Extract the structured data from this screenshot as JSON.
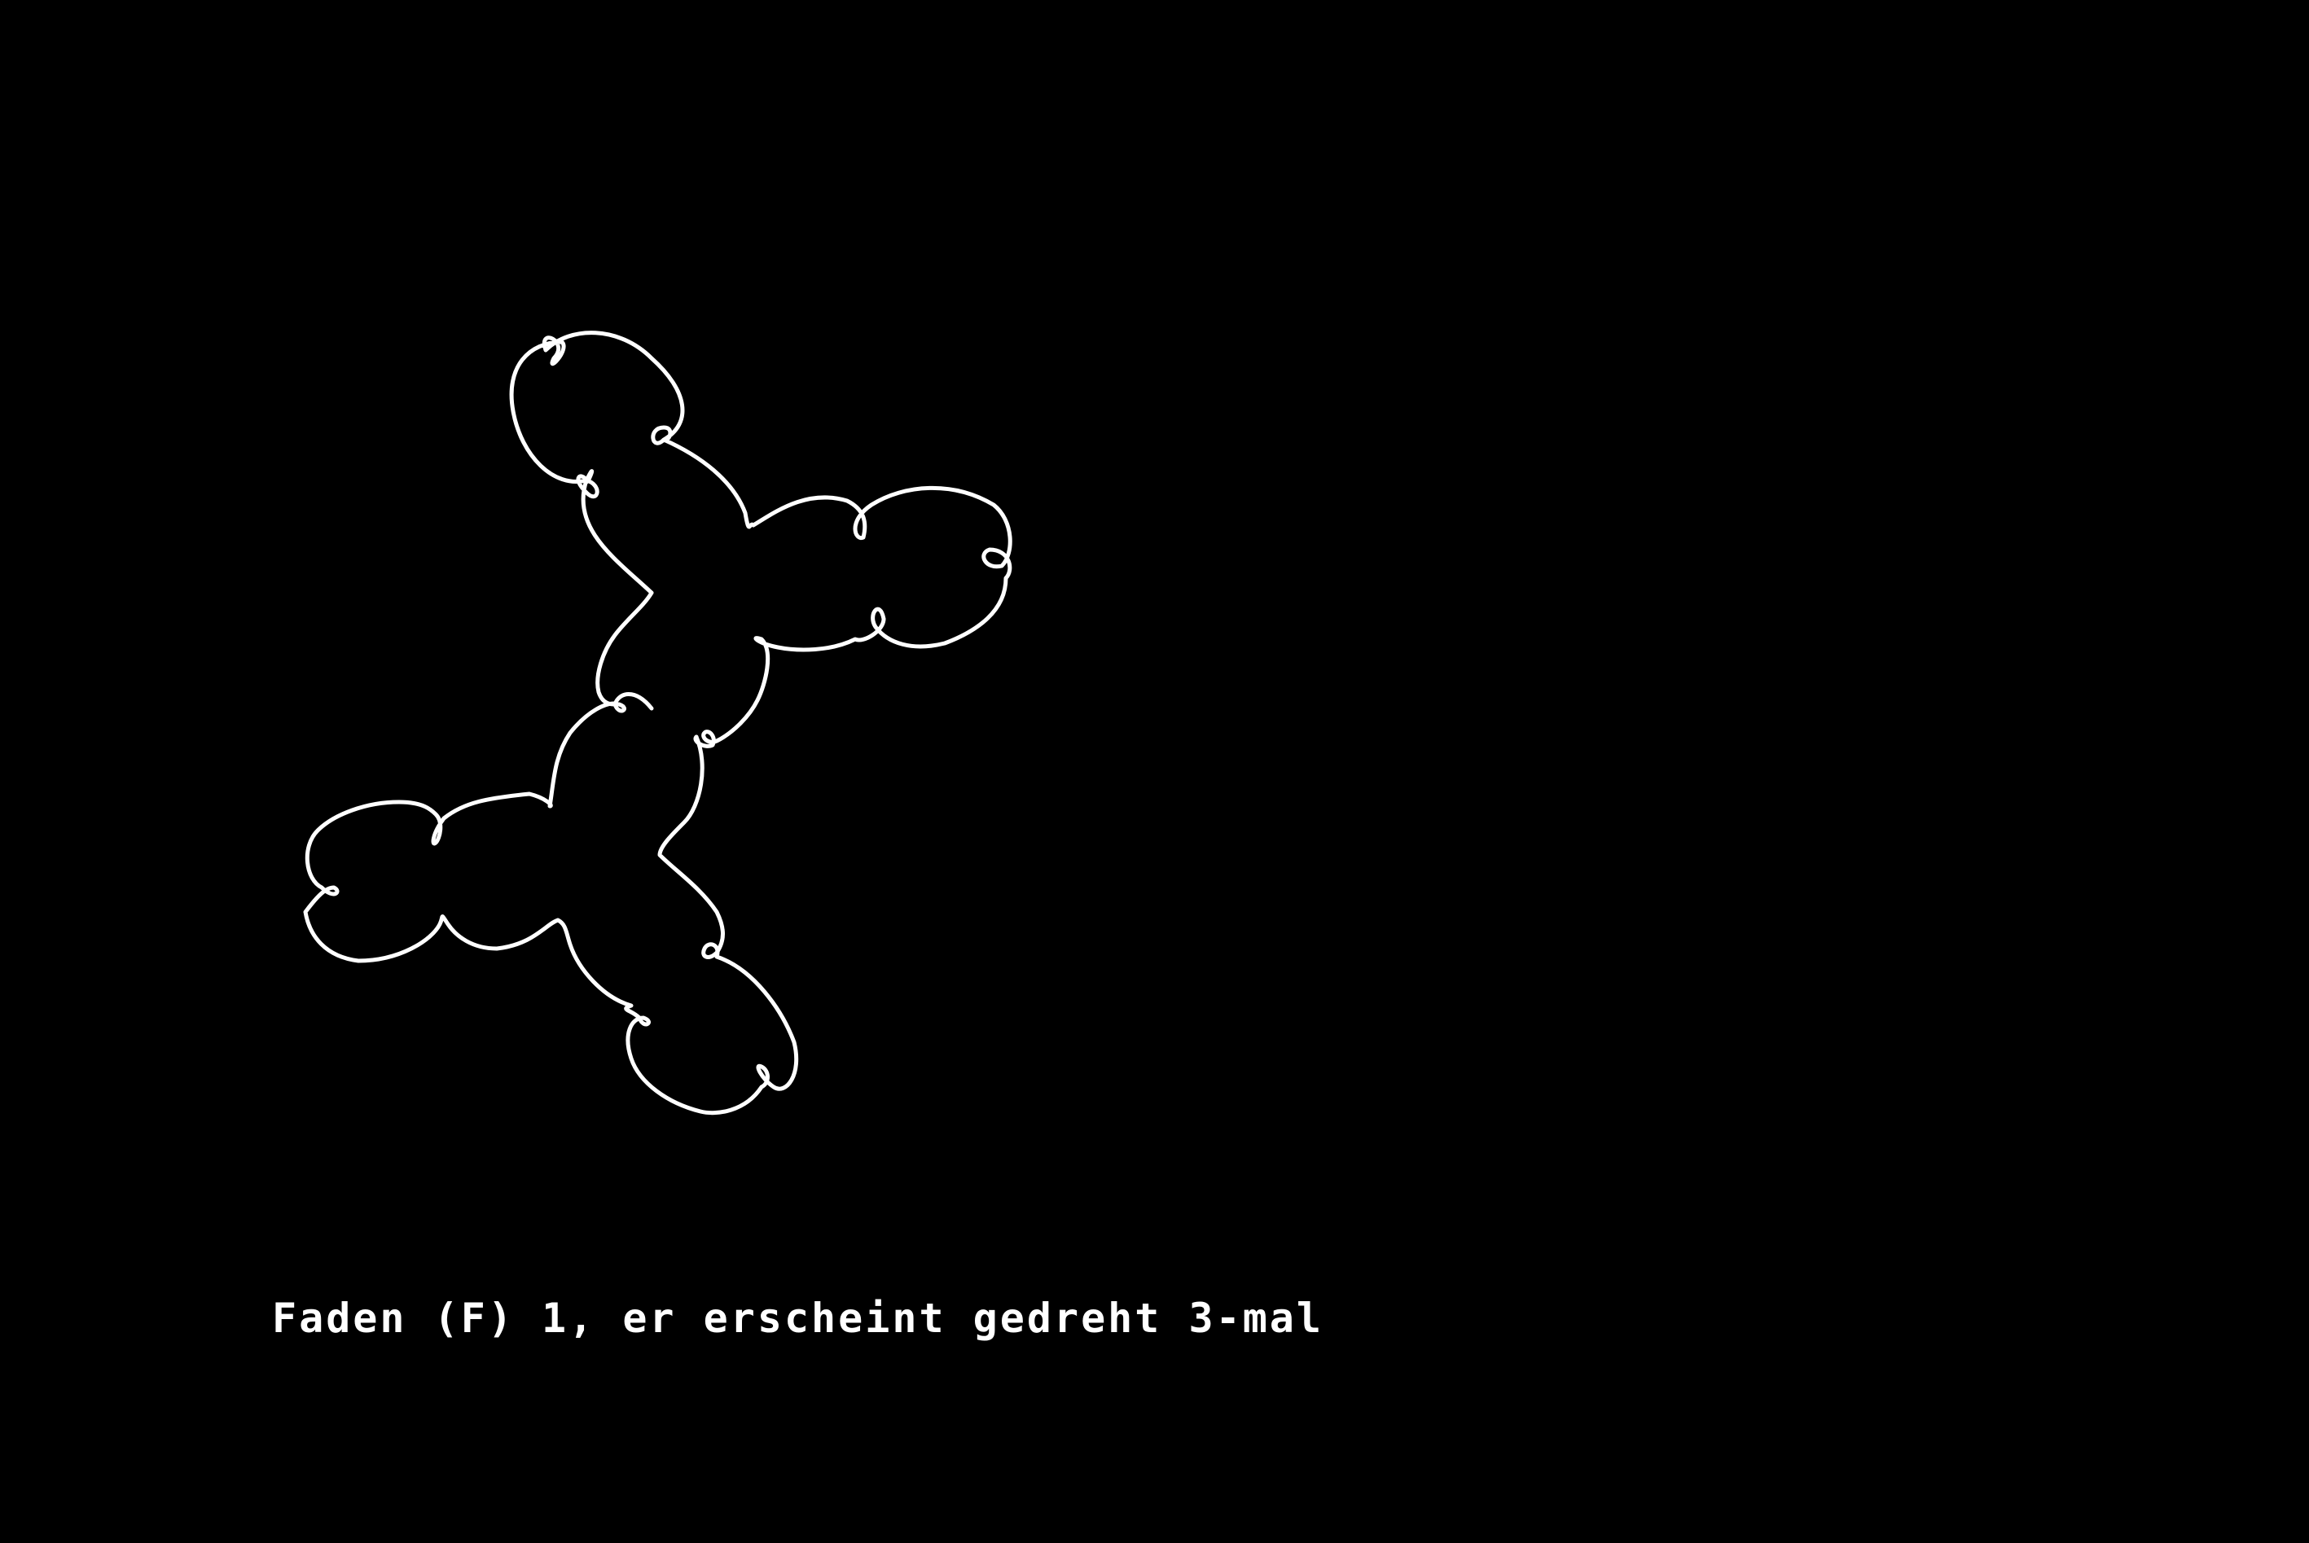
{
  "caption": "Faden (F) 1, er erscheint gedreht 3-mal",
  "figure": {
    "subject": "thread-drawing",
    "rotational_copies": 3,
    "line_color": "#ffffff",
    "background_color": "#000000"
  }
}
